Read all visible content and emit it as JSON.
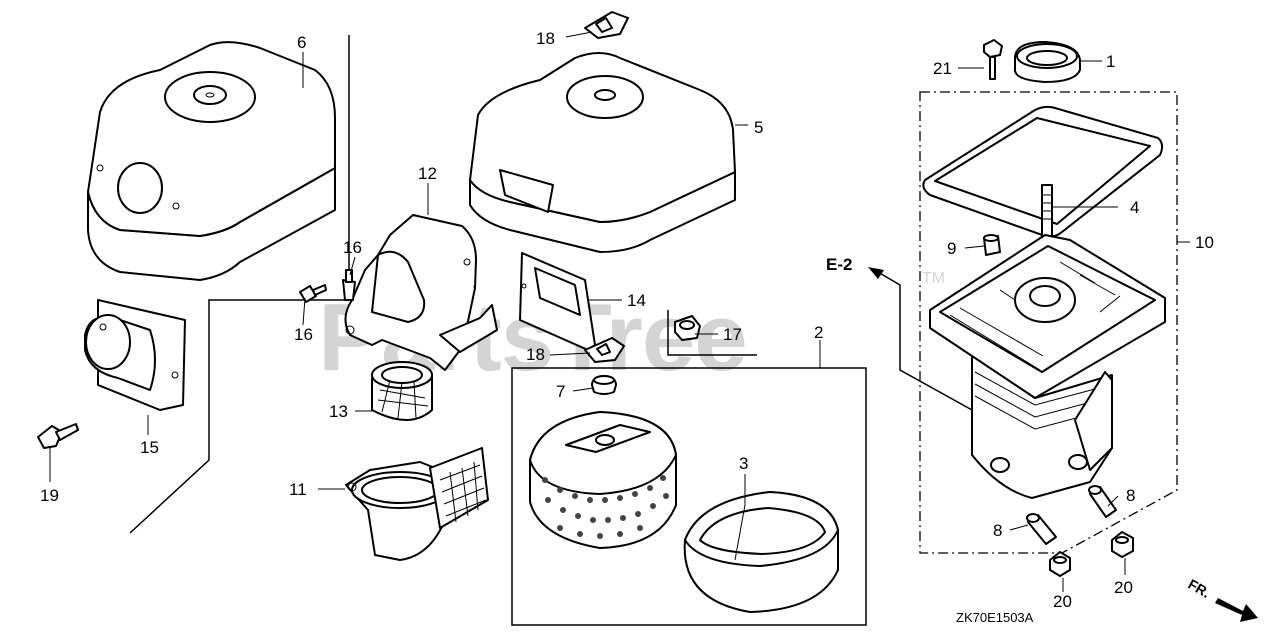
{
  "diagram": {
    "watermark": "PartsTree",
    "watermark_mark": "TM",
    "drawing_code": "ZK70E1503A",
    "reference_label": "E-2",
    "front_label": "FR.",
    "callouts": [
      {
        "id": "c1",
        "label": "1"
      },
      {
        "id": "c2",
        "label": "2"
      },
      {
        "id": "c3",
        "label": "3"
      },
      {
        "id": "c4",
        "label": "4"
      },
      {
        "id": "c5",
        "label": "5"
      },
      {
        "id": "c6",
        "label": "6"
      },
      {
        "id": "c7",
        "label": "7"
      },
      {
        "id": "c8a",
        "label": "8"
      },
      {
        "id": "c8b",
        "label": "8"
      },
      {
        "id": "c9",
        "label": "9"
      },
      {
        "id": "c10",
        "label": "10"
      },
      {
        "id": "c11",
        "label": "11"
      },
      {
        "id": "c12",
        "label": "12"
      },
      {
        "id": "c13",
        "label": "13"
      },
      {
        "id": "c14",
        "label": "14"
      },
      {
        "id": "c15",
        "label": "15"
      },
      {
        "id": "c16a",
        "label": "16"
      },
      {
        "id": "c16b",
        "label": "16"
      },
      {
        "id": "c17",
        "label": "17"
      },
      {
        "id": "c18a",
        "label": "18"
      },
      {
        "id": "c18b",
        "label": "18"
      },
      {
        "id": "c19",
        "label": "19"
      },
      {
        "id": "c20a",
        "label": "20"
      },
      {
        "id": "c20b",
        "label": "20"
      },
      {
        "id": "c21",
        "label": "21"
      }
    ]
  }
}
